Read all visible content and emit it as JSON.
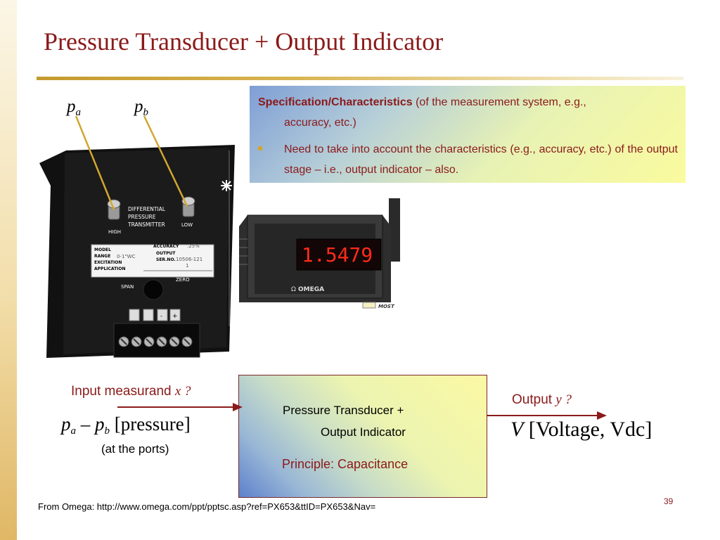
{
  "slide": {
    "title": "Pressure Transducer + Output Indicator",
    "page_number": "39",
    "source_note": "From Omega: http://www.omega.com/ppt/pptsc.asp?ref=PX653&ttID=PX653&Nav="
  },
  "spec": {
    "heading": "Specification/Characteristics",
    "heading_rest": "(of the measurement system, e.g.,",
    "heading_rest2": "accuracy, etc.)",
    "bullet": "Need to take into account the characteristics (e.g., accuracy, etc.) of the output stage – i.e., output indicator – also."
  },
  "ports": {
    "pa": "p",
    "pa_sub": "a",
    "pb": "p",
    "pb_sub": "b"
  },
  "device_photo": {
    "plate_title": [
      "DIFFERENTIAL",
      "PRESSURE",
      "TRANSMITTER"
    ],
    "high": "HIGH",
    "low": "LOW",
    "fields": [
      "MODEL",
      "RANGE",
      "EXCITATION",
      "APPLICATION"
    ],
    "accuracy_label": "ACCURACY",
    "accuracy_value": ".25%",
    "output_label": "OUTPUT",
    "serno_label": "SER.NO.",
    "serno_value": "10506-121",
    "range_value": "0-1\"WC",
    "extra_value": "1",
    "span": "SPAN",
    "zero": "ZERO",
    "btn_minus": "-",
    "btn_plus": "+"
  },
  "meter_photo": {
    "display": "1.5479",
    "brand": "OMEGA",
    "tag": "MOST"
  },
  "block": {
    "line1": "Pressure Transducer +",
    "line2": "Output Indicator",
    "principle": "Principle:  Capacitance"
  },
  "input": {
    "label": "Input measurand",
    "var": "x ?",
    "expr_p": "p",
    "expr_sub_a": "a",
    "expr_minus": " – ",
    "expr_sub_b": "b",
    "expr_unit": " [pressure]",
    "ports_note": "(at the ports)"
  },
  "output": {
    "label": "Output",
    "var": "y ?",
    "expr_var": "V",
    "expr_unit": " [Voltage, Vdc]"
  },
  "colors": {
    "title": "#8b1a1a",
    "accent": "#d1a730",
    "arrow": "#8b1a1a"
  }
}
